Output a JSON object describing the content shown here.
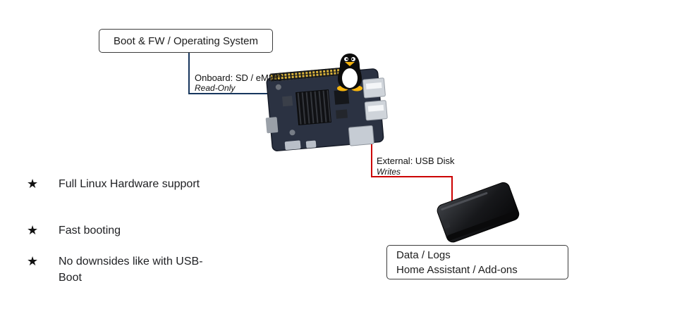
{
  "diagram": {
    "boot_box": {
      "label": "Boot & FW / Operating System"
    },
    "onboard_connector": {
      "label": "Onboard: SD / eMMC",
      "sublabel": "Read-Only",
      "color": "#17365d"
    },
    "external_connector": {
      "label": "External: USB Disk",
      "sublabel": "Writes",
      "color": "#cc0000"
    },
    "data_box": {
      "line1": "Data / Logs",
      "line2": "Home Assistant / Add-ons"
    },
    "features": {
      "marker": "★",
      "items": [
        {
          "text": "Full Linux Hardware support"
        },
        {
          "text": "Fast booting"
        },
        {
          "text": "No downsides like with USB-Boot"
        }
      ]
    },
    "icons": {
      "board": "single-board-computer-photo",
      "penguin": "linux-tux-mascot",
      "disk": "external-usb-disk-photo"
    }
  }
}
